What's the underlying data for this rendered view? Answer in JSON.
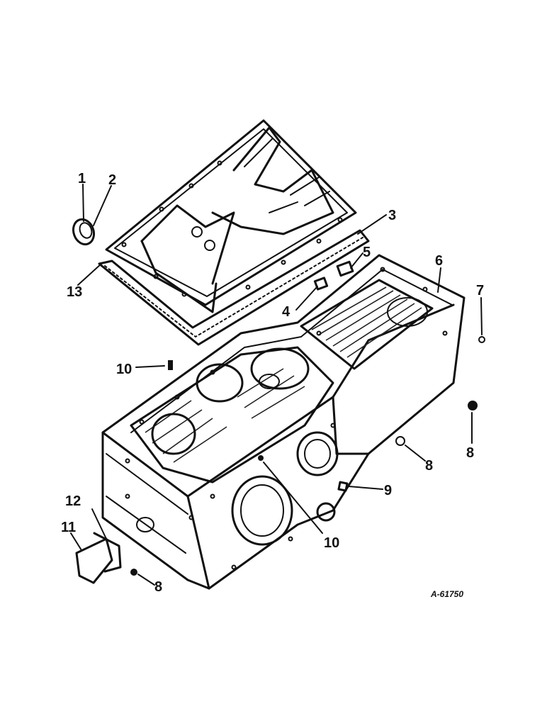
{
  "diagram": {
    "reference_code": "A-61750",
    "callouts": {
      "c1": "1",
      "c2": "2",
      "c3": "3",
      "c4": "4",
      "c5": "5",
      "c6": "6",
      "c7": "7",
      "c8a": "8",
      "c8b": "8",
      "c8c": "8",
      "c9": "9",
      "c10a": "10",
      "c10b": "10",
      "c11": "11",
      "c12": "12",
      "c13": "13"
    }
  }
}
